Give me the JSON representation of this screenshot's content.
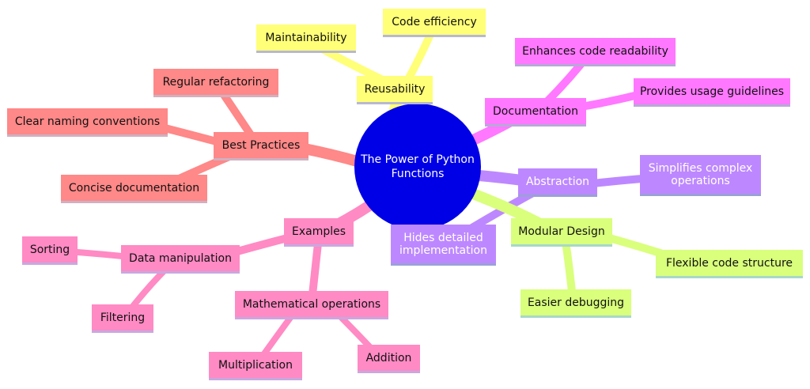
{
  "root": {
    "label": "The Power of Python Functions"
  },
  "branches": [
    {
      "label": "Reusability",
      "children": [
        "Maintainability",
        "Code efficiency"
      ]
    },
    {
      "label": "Documentation",
      "children": [
        "Enhances code readability",
        "Provides usage guidelines"
      ]
    },
    {
      "label": "Abstraction",
      "children": [
        "Simplifies complex operations",
        "Hides detailed implementation"
      ]
    },
    {
      "label": "Modular Design",
      "children": [
        "Flexible code structure",
        "Easier debugging"
      ]
    },
    {
      "label": "Examples",
      "children": [
        "Data manipulation",
        "Mathematical operations"
      ]
    },
    {
      "label": "Best Practices",
      "children": [
        "Regular refactoring",
        "Clear naming conventions",
        "Concise documentation"
      ]
    }
  ],
  "examples_detail": {
    "data_manipulation": [
      "Sorting",
      "Filtering"
    ],
    "mathematical_operations": [
      "Multiplication",
      "Addition"
    ]
  },
  "colors": {
    "root": "#0000e6",
    "reusability": "#ffff78",
    "documentation": "#ff78ff",
    "abstraction": "#bd88ff",
    "modular_design": "#d9ff7c",
    "examples": "#ff8ac4",
    "best_practices": "#ff8888"
  }
}
